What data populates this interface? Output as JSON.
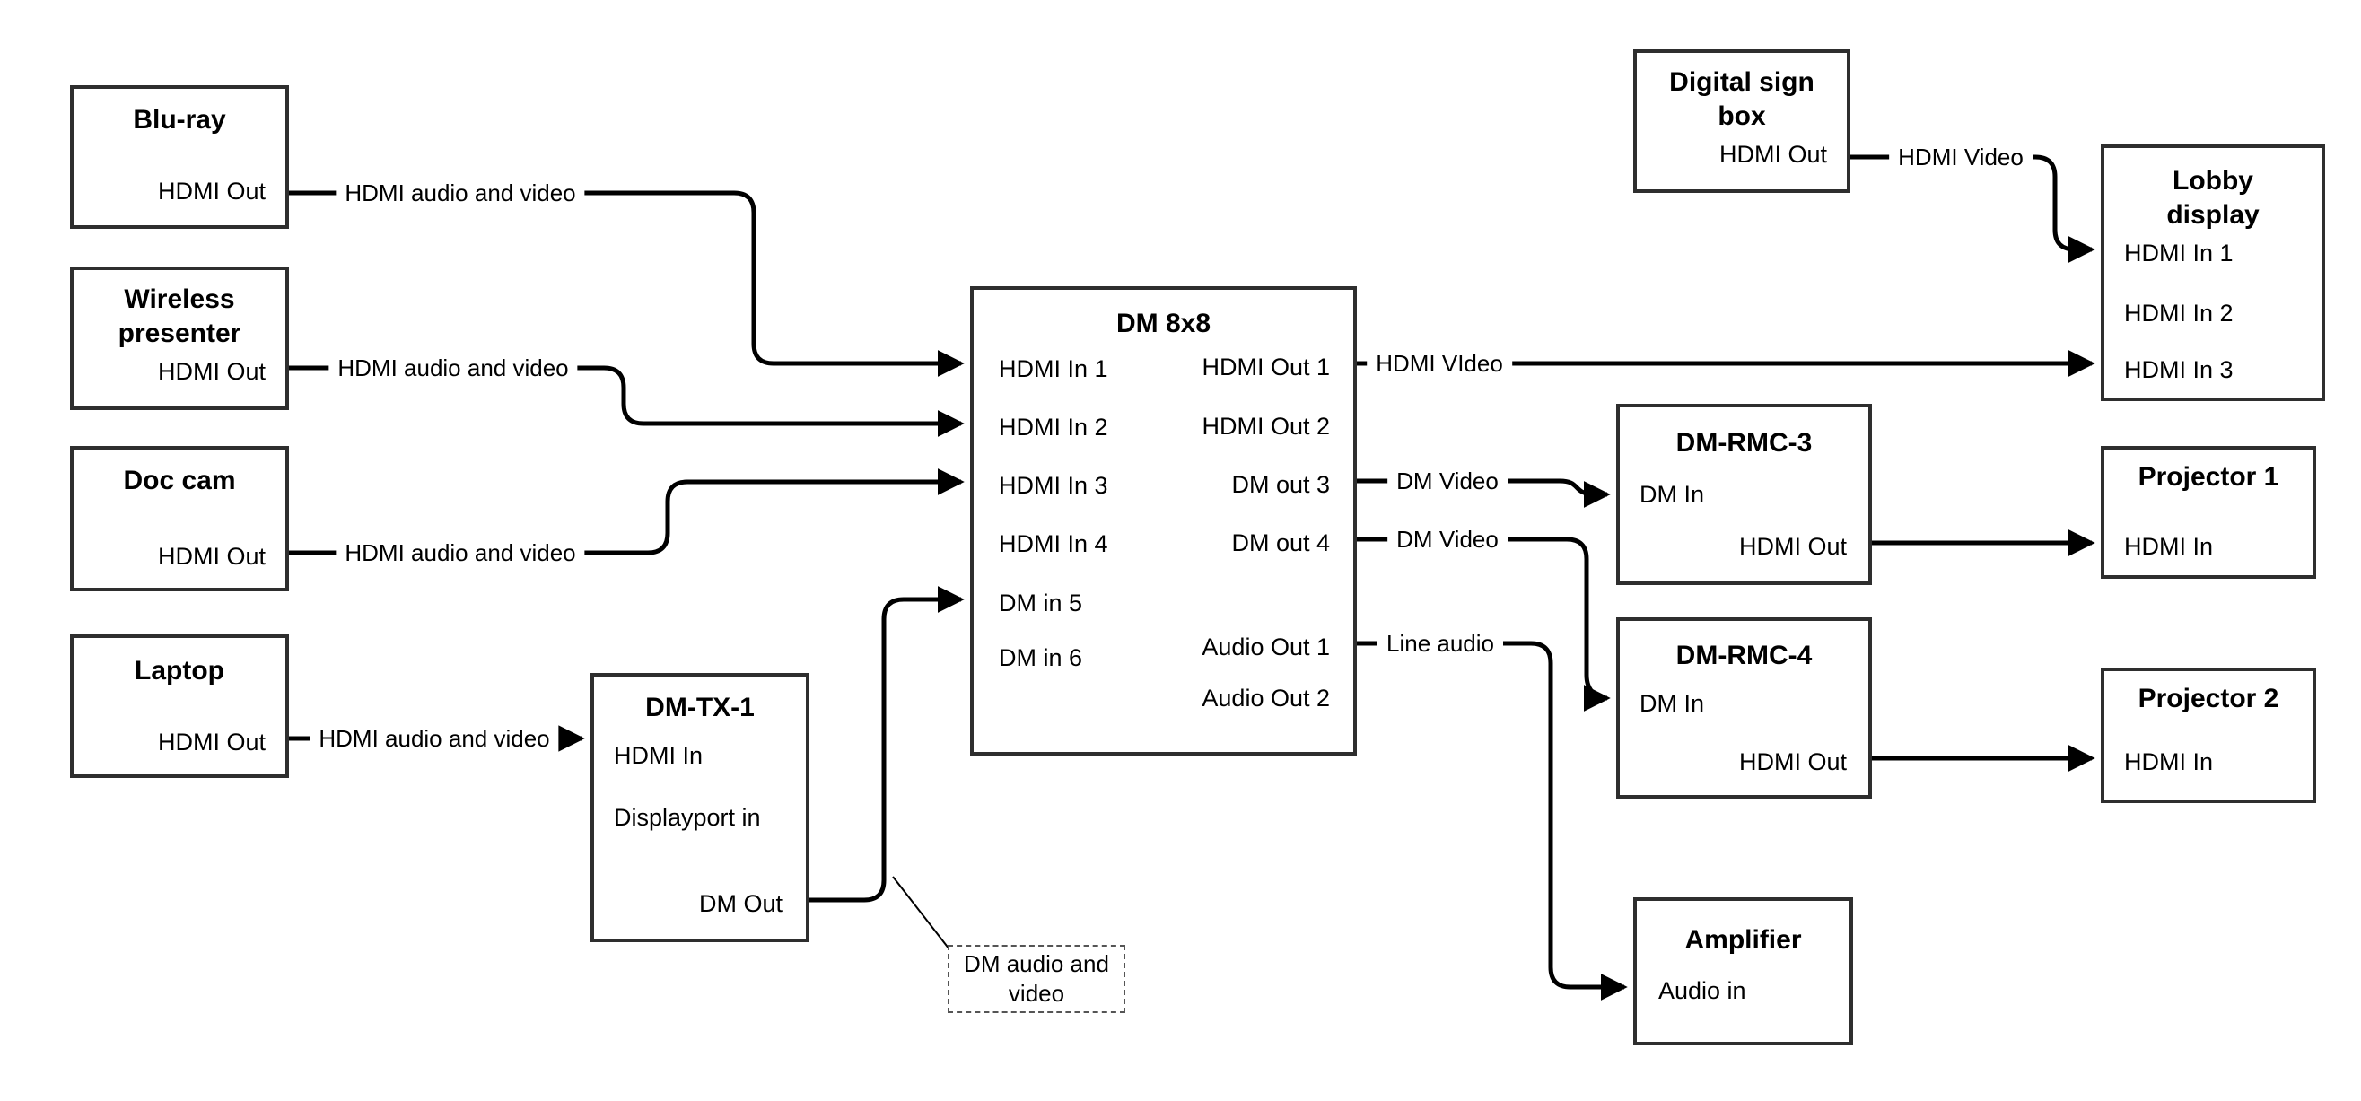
{
  "colors": {
    "line": "#000000",
    "border": "#2e2e2e",
    "text": "#000000",
    "bg": "#ffffff",
    "callout-border": "#555555"
  },
  "nodes": {
    "bluray": {
      "title": "Blu-ray",
      "ports": {
        "out": "HDMI Out"
      }
    },
    "wireless_presenter": {
      "title": "Wireless presenter",
      "ports": {
        "out": "HDMI Out"
      }
    },
    "doc_cam": {
      "title": "Doc cam",
      "ports": {
        "out": "HDMI Out"
      }
    },
    "laptop": {
      "title": "Laptop",
      "ports": {
        "out": "HDMI Out"
      }
    },
    "dm_tx_1": {
      "title": "DM-TX-1",
      "ports": {
        "hdmi_in": "HDMI In",
        "displayport_in": "Displayport in",
        "dm_out": "DM Out"
      }
    },
    "dm_8x8": {
      "title": "DM 8x8",
      "ports": {
        "hdmi_in_1": "HDMI In 1",
        "hdmi_in_2": "HDMI In 2",
        "hdmi_in_3": "HDMI In 3",
        "hdmi_in_4": "HDMI In 4",
        "dm_in_5": "DM in 5",
        "dm_in_6": "DM in 6",
        "hdmi_out_1": "HDMI Out 1",
        "hdmi_out_2": "HDMI Out 2",
        "dm_out_3": "DM out 3",
        "dm_out_4": "DM out 4",
        "audio_out_1": "Audio Out 1",
        "audio_out_2": "Audio Out 2"
      }
    },
    "digital_sign_box": {
      "title": "Digital sign box",
      "ports": {
        "out": "HDMI Out"
      }
    },
    "lobby_display": {
      "title": "Lobby display",
      "ports": {
        "hdmi_in_1": "HDMI In 1",
        "hdmi_in_2": "HDMI In 2",
        "hdmi_in_3": "HDMI In 3"
      }
    },
    "dm_rmc_3": {
      "title": "DM-RMC-3",
      "ports": {
        "dm_in": "DM In",
        "hdmi_out": "HDMI Out"
      }
    },
    "projector_1": {
      "title": "Projector 1",
      "ports": {
        "hdmi_in": "HDMI In"
      }
    },
    "dm_rmc_4": {
      "title": "DM-RMC-4",
      "ports": {
        "dm_in": "DM In",
        "hdmi_out": "HDMI Out"
      }
    },
    "projector_2": {
      "title": "Projector 2",
      "ports": {
        "hdmi_in": "HDMI In"
      }
    },
    "amplifier": {
      "title": "Amplifier",
      "ports": {
        "audio_in": "Audio in"
      }
    }
  },
  "connections": {
    "bluray_to_dm8x8": {
      "label": "HDMI audio and video"
    },
    "wireless_to_dm8x8": {
      "label": "HDMI audio and video"
    },
    "doccam_to_dm8x8": {
      "label": "HDMI audio and video"
    },
    "laptop_to_dmtx1": {
      "label": "HDMI audio and video"
    },
    "hdmi_out1_to_lobby": {
      "label": "HDMI VIdeo"
    },
    "digitalsign_to_lobby": {
      "label": "HDMI Video"
    },
    "dm_out3_to_rmc3": {
      "label": "DM Video"
    },
    "dm_out4_to_rmc4": {
      "label": "DM Video"
    },
    "audio_out1_to_amp": {
      "label": "Line audio"
    },
    "callout": {
      "label": "DM audio and video"
    }
  }
}
